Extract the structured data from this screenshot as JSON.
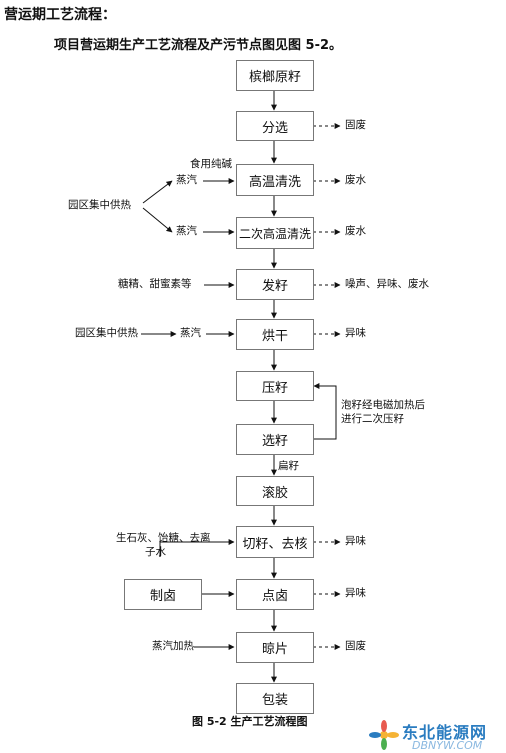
{
  "heading": "营运期工艺流程：",
  "subheading": "项目营运期生产工艺流程及产污节点图见图 5-2。",
  "boxes": {
    "binglang": "槟榔原籽",
    "fenxuan": "分选",
    "gaowen": "高温清洗",
    "erci": "二次高温清洗",
    "faziz": "发籽",
    "honggan": "烘干",
    "yazi": "压籽",
    "xuanzi": "选籽",
    "gunjiao": "滚胶",
    "qiezi": "切籽、去核",
    "zhilu": "制卤",
    "dianlu": "点卤",
    "liangpian": "晾片",
    "baozhuang": "包装"
  },
  "labels": {
    "gufei1": "固废",
    "shiyong": "食用纯碱",
    "zhengqi1": "蒸汽",
    "feishui1": "废水",
    "yuanqu1": "园区集中供热",
    "zhengqi2": "蒸汽",
    "feishui2": "废水",
    "tangjing": "糖精、甜蜜素等",
    "zaosheng": "噪声、异味、废水",
    "yuanqu2": "园区集中供热",
    "zhengqi3": "蒸汽",
    "yiwei1": "异味",
    "paozi1": "泡籽经电磁加热后",
    "paozi2": "进行二次压籽",
    "bianzi": "扁籽",
    "shihui1": "生石灰、饴糖、去离",
    "shihui2": "子水",
    "yiwei2": "异味",
    "yiwei3": "异味",
    "zhengqijr": "蒸汽加热",
    "gufei2": "固废"
  },
  "caption": "图 5-2  生产工艺流程图",
  "watermark": {
    "top": "东北能源网",
    "bottom": "DBNYW.COM"
  }
}
